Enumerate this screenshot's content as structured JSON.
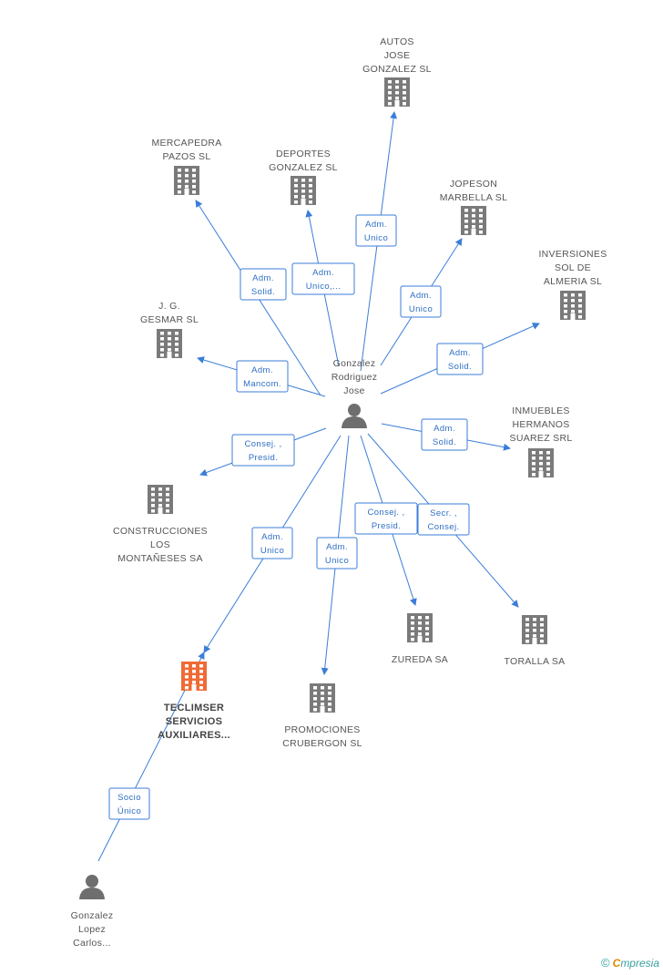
{
  "colors": {
    "building": "#7a7a7a",
    "building_highlight": "#f06a35",
    "person": "#6e6e6e",
    "edge": "#3b7dd8"
  },
  "nodes": [
    {
      "id": "autos",
      "kind": "building",
      "lines": [
        "AUTOS",
        "JOSE",
        "GONZALEZ SL"
      ]
    },
    {
      "id": "mercapedra",
      "kind": "building",
      "lines": [
        "MERCAPEDRA",
        "PAZOS  SL"
      ]
    },
    {
      "id": "deportes",
      "kind": "building",
      "lines": [
        "DEPORTES",
        "GONZALEZ SL"
      ]
    },
    {
      "id": "jopeson",
      "kind": "building",
      "lines": [
        "JOPESON",
        "MARBELLA  SL"
      ]
    },
    {
      "id": "inversiones",
      "kind": "building",
      "lines": [
        "INVERSIONES",
        "SOL DE",
        "ALMERIA SL"
      ]
    },
    {
      "id": "jg",
      "kind": "building",
      "lines": [
        "J. G.",
        "GESMAR SL"
      ]
    },
    {
      "id": "gonzalez_jose",
      "kind": "person",
      "lines": [
        "Gonzalez",
        "Rodriguez",
        "Jose"
      ]
    },
    {
      "id": "inmuebles",
      "kind": "building",
      "lines": [
        "INMUEBLES",
        "HERMANOS",
        "SUAREZ SRL"
      ]
    },
    {
      "id": "construcciones",
      "kind": "building",
      "lines": [
        "CONSTRUCCIONES",
        "LOS",
        "MONTAÑESES SA"
      ]
    },
    {
      "id": "zureda",
      "kind": "building",
      "lines": [
        "ZUREDA SA"
      ]
    },
    {
      "id": "toralla",
      "kind": "building",
      "lines": [
        "TORALLA SA"
      ]
    },
    {
      "id": "teclimser",
      "kind": "building_highlight",
      "lines": [
        "TECLIMSER",
        "SERVICIOS",
        "AUXILIARES..."
      ]
    },
    {
      "id": "promociones",
      "kind": "building",
      "lines": [
        "PROMOCIONES",
        "CRUBERGON SL"
      ]
    },
    {
      "id": "gonzalez_carlos",
      "kind": "person",
      "lines": [
        "Gonzalez",
        "Lopez",
        "Carlos..."
      ]
    }
  ],
  "edges": [
    {
      "from": "gonzalez_jose",
      "to": "autos",
      "lines": [
        "Adm.",
        "Unico"
      ]
    },
    {
      "from": "gonzalez_jose",
      "to": "mercapedra",
      "lines": [
        "Adm.",
        "Solid."
      ]
    },
    {
      "from": "gonzalez_jose",
      "to": "deportes",
      "lines": [
        "Adm.",
        "Unico,..."
      ]
    },
    {
      "from": "gonzalez_jose",
      "to": "jopeson",
      "lines": [
        "Adm.",
        "Unico"
      ]
    },
    {
      "from": "gonzalez_jose",
      "to": "inversiones",
      "lines": [
        "Adm.",
        "Solid."
      ]
    },
    {
      "from": "gonzalez_jose",
      "to": "jg",
      "lines": [
        "Adm.",
        "Mancom."
      ]
    },
    {
      "from": "gonzalez_jose",
      "to": "inmuebles",
      "lines": [
        "Adm.",
        "Solid."
      ]
    },
    {
      "from": "gonzalez_jose",
      "to": "construcciones",
      "lines": [
        "Consej. ,",
        "Presid."
      ]
    },
    {
      "from": "gonzalez_jose",
      "to": "zureda",
      "lines": [
        "Consej. ,",
        "Presid."
      ]
    },
    {
      "from": "gonzalez_jose",
      "to": "toralla",
      "lines": [
        "Secr. ,",
        "Consej."
      ]
    },
    {
      "from": "gonzalez_jose",
      "to": "teclimser",
      "lines": [
        "Adm.",
        "Unico"
      ]
    },
    {
      "from": "gonzalez_jose",
      "to": "promociones",
      "lines": [
        "Adm.",
        "Unico"
      ]
    },
    {
      "from": "gonzalez_carlos",
      "to": "teclimser",
      "lines": [
        "Socio",
        "Único"
      ]
    }
  ],
  "footer": {
    "copyright_symbol": "©",
    "brand_initial": "C",
    "brand_rest": "mpresia"
  }
}
